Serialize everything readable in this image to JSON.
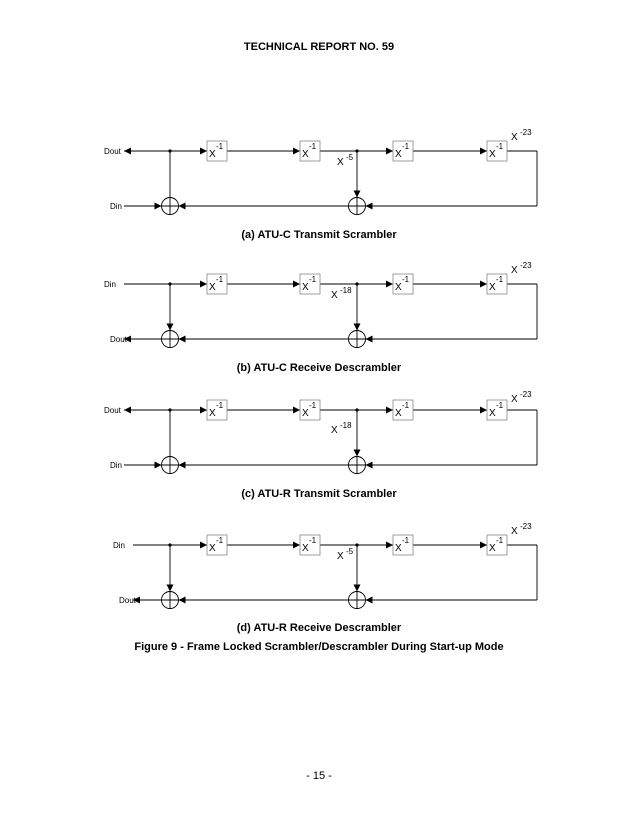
{
  "header": "TECHNICAL REPORT NO. 59",
  "diagrams": [
    {
      "id": "a",
      "mode": "transmit",
      "top_label": "Dout",
      "bottom_label": "Din",
      "tap": "X",
      "tap_exp": "-5",
      "delays": [
        {
          "base": "X",
          "exp": "-1"
        },
        {
          "base": "X",
          "exp": "-1"
        },
        {
          "base": "X",
          "exp": "-1"
        },
        {
          "base": "X",
          "exp": "-1"
        }
      ],
      "end": "X",
      "end_exp": "-23",
      "caption": "(a) ATU-C Transmit Scrambler"
    },
    {
      "id": "b",
      "mode": "receive",
      "top_label": "Din",
      "bottom_label": "Dout",
      "tap": "X",
      "tap_exp": "-18",
      "delays": [
        {
          "base": "X",
          "exp": "-1"
        },
        {
          "base": "X",
          "exp": "-1"
        },
        {
          "base": "X",
          "exp": "-1"
        },
        {
          "base": "X",
          "exp": "-1"
        }
      ],
      "end": "X",
      "end_exp": "-23",
      "caption": "(b) ATU-C Receive Descrambler"
    },
    {
      "id": "c",
      "mode": "transmit",
      "top_label": "Dout",
      "bottom_label": "Din",
      "tap": "X",
      "tap_exp": "-18",
      "delays": [
        {
          "base": "X",
          "exp": "-1"
        },
        {
          "base": "X",
          "exp": "-1"
        },
        {
          "base": "X",
          "exp": "-1"
        },
        {
          "base": "X",
          "exp": "-1"
        }
      ],
      "end": "X",
      "end_exp": "-23",
      "caption": "(c) ATU-R Transmit Scrambler"
    },
    {
      "id": "d",
      "mode": "receive",
      "top_label": "Din",
      "bottom_label": "Dout",
      "tap": "X",
      "tap_exp": "-5",
      "delays": [
        {
          "base": "X",
          "exp": "-1"
        },
        {
          "base": "X",
          "exp": "-1"
        },
        {
          "base": "X",
          "exp": "-1"
        },
        {
          "base": "X",
          "exp": "-1"
        }
      ],
      "end": "X",
      "end_exp": "-23",
      "caption": "(d) ATU-R Receive Descrambler"
    }
  ],
  "figure_caption": "Figure 9 - Frame Locked Scrambler/Descrambler During Start-up Mode",
  "page_number": "- 15 -"
}
